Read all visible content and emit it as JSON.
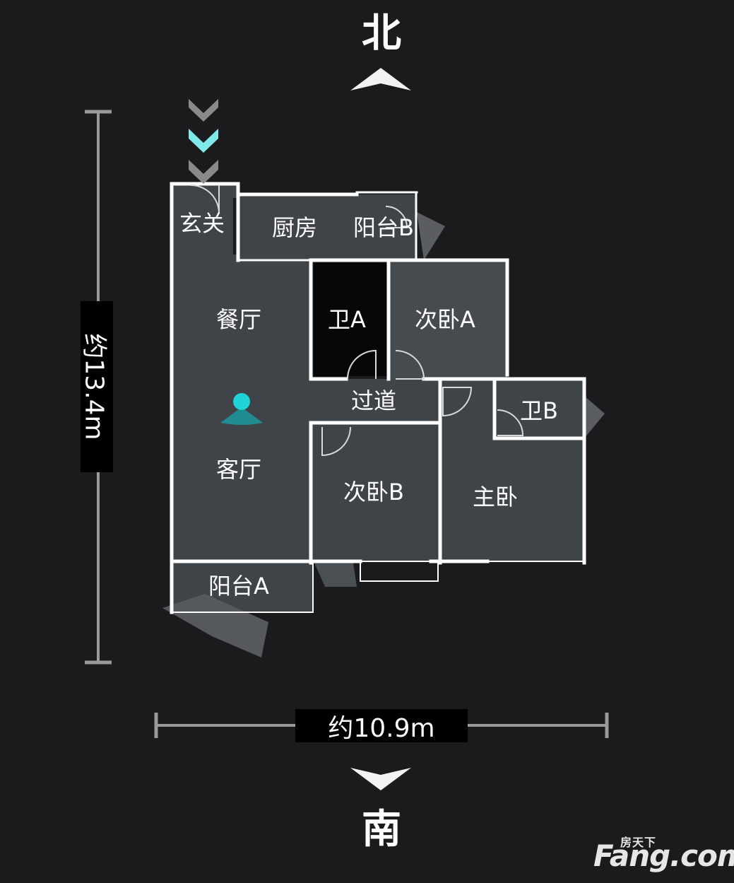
{
  "compass": {
    "north": "北",
    "south": "南"
  },
  "dimensions": {
    "height": "约13.4m",
    "width": "约10.9m"
  },
  "rooms": {
    "entrance": "玄关",
    "kitchen": "厨房",
    "balcony_b": "阳台B",
    "dining": "餐厅",
    "bath_a": "卫A",
    "bedroom_a": "次卧A",
    "corridor": "过道",
    "bath_b": "卫B",
    "living": "客厅",
    "bedroom_b": "次卧B",
    "master": "主卧",
    "balcony_a": "阳台A"
  },
  "watermark": {
    "small": "房天下",
    "big": "Fang.com"
  },
  "colors": {
    "wall": "#ffffff",
    "floor": "#3f4448",
    "marker": "#1fd3d6",
    "background": "#1b1b1d"
  }
}
